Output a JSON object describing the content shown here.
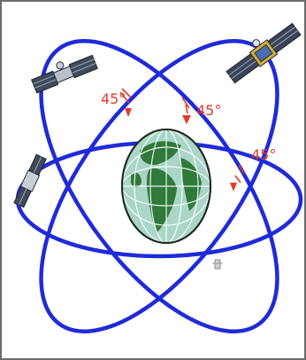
{
  "figure": {
    "angle_labels": [
      "45°",
      "45°",
      "45°"
    ],
    "colors": {
      "orbit": "#1f2bd8",
      "label": "#e23a2a",
      "ocean": "#a9d6c6",
      "land": "#2f7a3a",
      "grid": "#ffffff",
      "border": "#6b6b6b"
    },
    "icons": [
      "satellite-icon",
      "satellite-icon",
      "satellite-icon",
      "globe-icon",
      "small-satellite-icon"
    ]
  }
}
